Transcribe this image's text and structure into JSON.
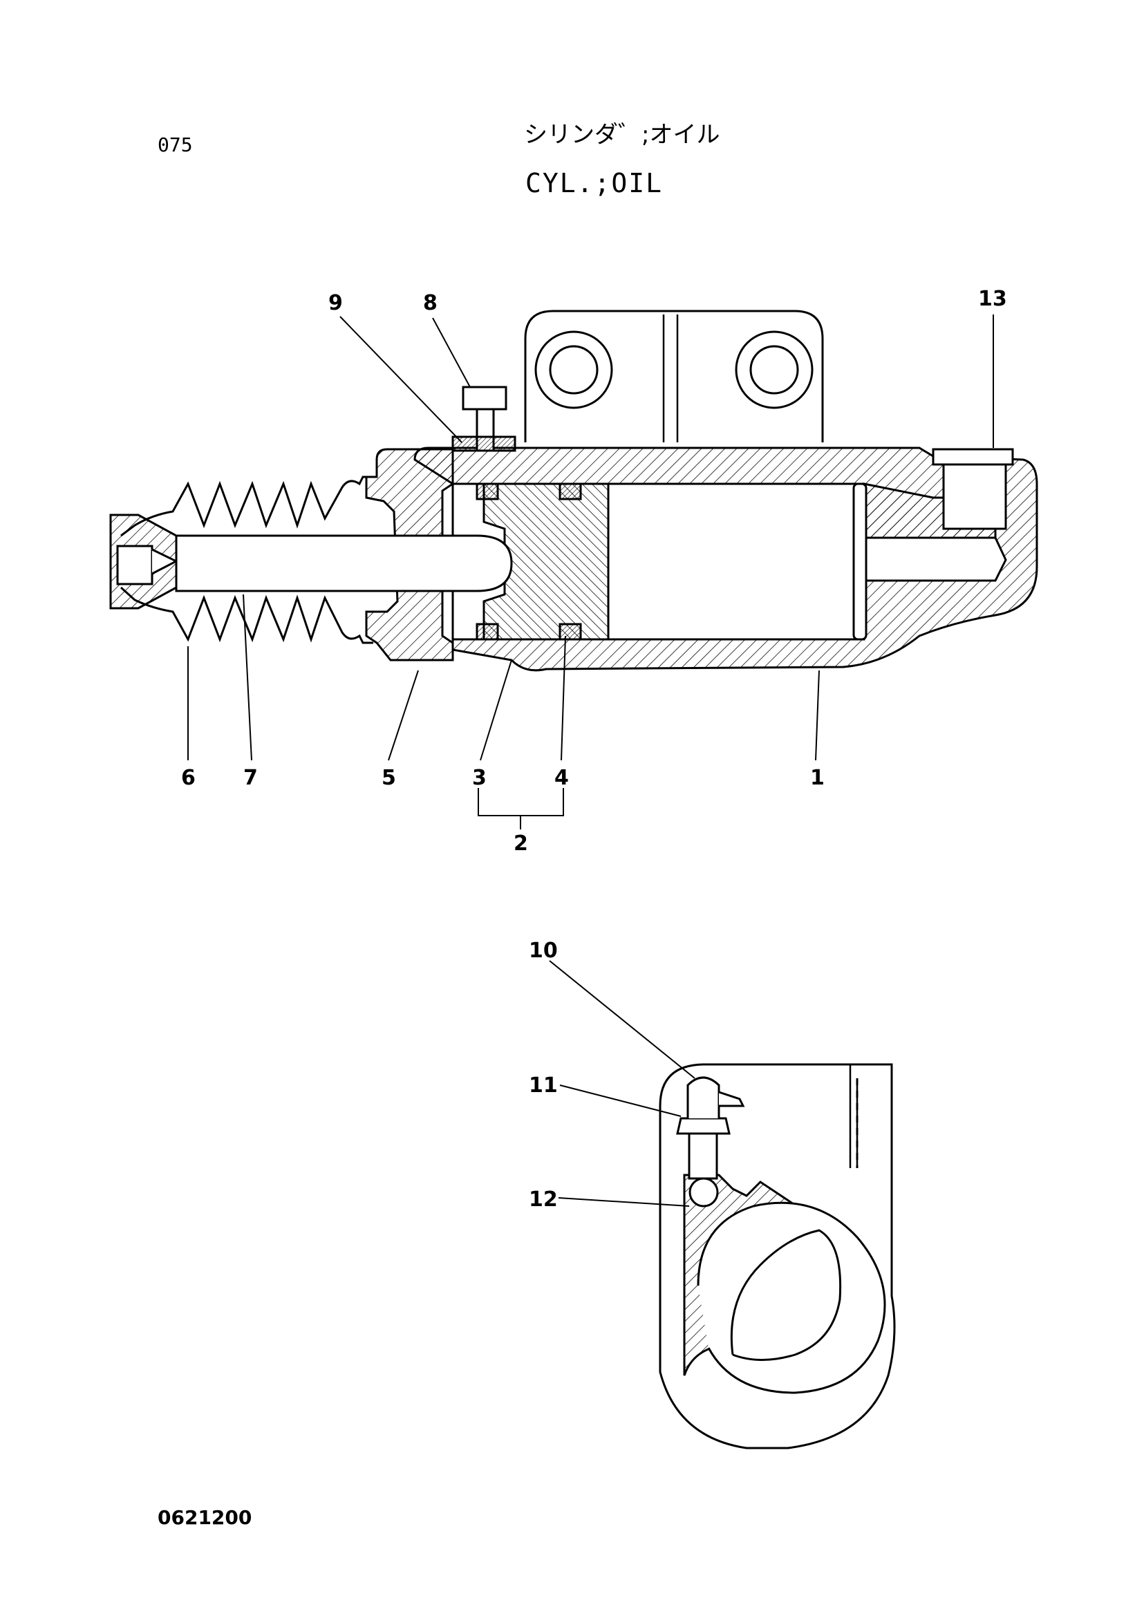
{
  "header": {
    "page_code": "075",
    "title_jp": "シリンダ゛;オイル",
    "title_en": "CYL.;OIL"
  },
  "footer": {
    "drawing_number": "0621200"
  },
  "callouts": {
    "c1": "1",
    "c2": "2",
    "c3": "3",
    "c4": "4",
    "c5": "5",
    "c6": "6",
    "c7": "7",
    "c8": "8",
    "c9": "9",
    "c10": "10",
    "c11": "11",
    "c12": "12",
    "c13": "13"
  }
}
